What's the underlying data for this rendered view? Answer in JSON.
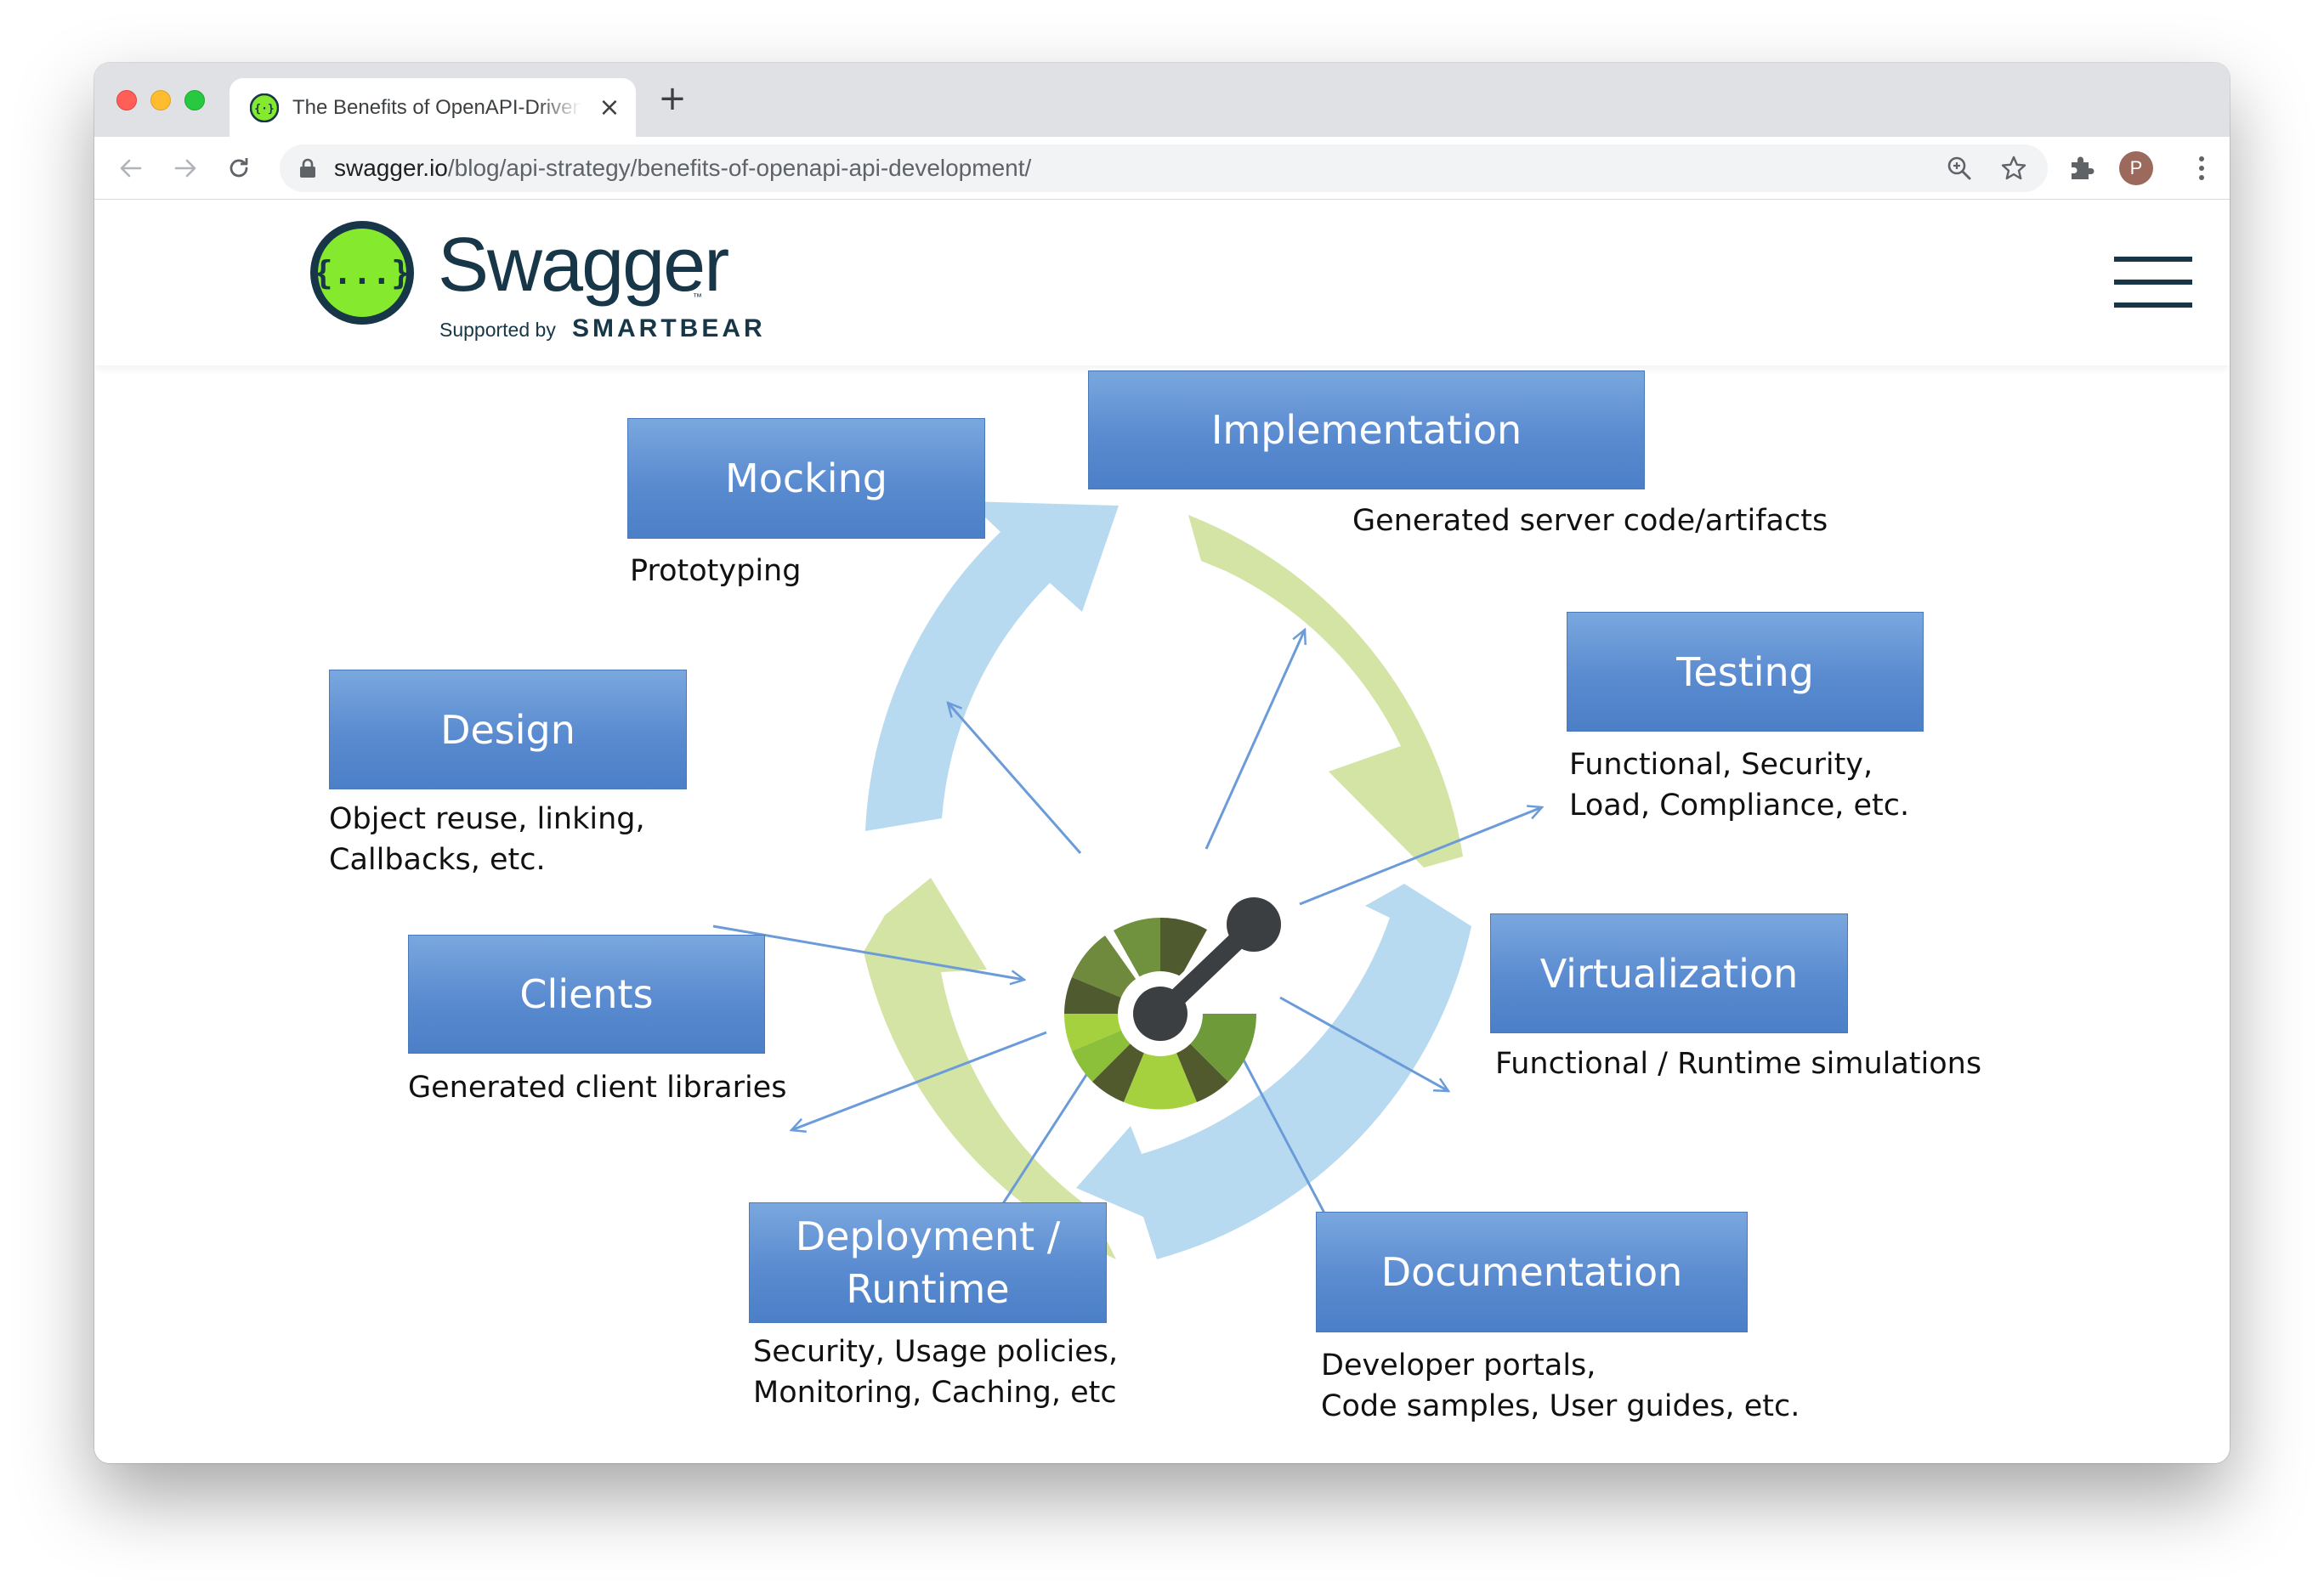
{
  "browser": {
    "tab": {
      "title": "The Benefits of OpenAPI-Driven API Development",
      "close_icon": "close-icon",
      "favicon": "swagger-favicon"
    },
    "new_tab_icon": "plus-icon",
    "nav": {
      "back_icon": "back-arrow-icon",
      "forward_icon": "forward-arrow-icon",
      "reload_icon": "reload-icon"
    },
    "address": {
      "host": "swagger.io",
      "path": "/blog/api-strategy/benefits-of-openapi-api-development/",
      "lock_icon": "lock-icon"
    },
    "toolbar_icons": [
      "zoom-icon",
      "bookmark-star-icon",
      "extensions-icon",
      "menu-dots-icon"
    ],
    "profile_initial": "P"
  },
  "site": {
    "logo": {
      "wordmark": "Swagger",
      "trademark": "™",
      "supported_by": "Supported by",
      "company": "SMARTBEAR",
      "mark_glyph": "{...}"
    },
    "menu_icon": "hamburger-menu-icon"
  },
  "diagram": {
    "nodes": {
      "mocking": {
        "label": "Mocking",
        "desc": [
          "Prototyping"
        ]
      },
      "implementation": {
        "label": "Implementation",
        "desc": [
          "Generated server code/artifacts"
        ]
      },
      "testing": {
        "label": "Testing",
        "desc": [
          "Functional, Security,",
          "Load, Compliance, etc."
        ]
      },
      "design": {
        "label": "Design",
        "desc": [
          "Object reuse, linking,",
          "Callbacks, etc."
        ]
      },
      "virtualization": {
        "label": "Virtualization",
        "desc": [
          "Functional / Runtime simulations"
        ]
      },
      "clients": {
        "label": "Clients",
        "desc": [
          "Generated client libraries"
        ]
      },
      "deployment": {
        "label_lines": [
          "Deployment /",
          "Runtime"
        ],
        "desc": [
          "Security, Usage policies,",
          "Monitoring, Caching, etc"
        ]
      },
      "documentation": {
        "label": "Documentation",
        "desc": [
          "Developer portals,",
          "Code samples, User guides, etc."
        ]
      }
    },
    "colors": {
      "box_blue": "#5a8bd0",
      "cycle_blue": "#b7daf0",
      "cycle_green": "#d3e4a4",
      "arrow_blue": "#6b9bd8",
      "openapi_dark": "#3c3f42",
      "openapi_green_light": "#a6d13f",
      "openapi_green_dark": "#505a2c"
    },
    "center_icon": "openapi-logo-icon"
  }
}
